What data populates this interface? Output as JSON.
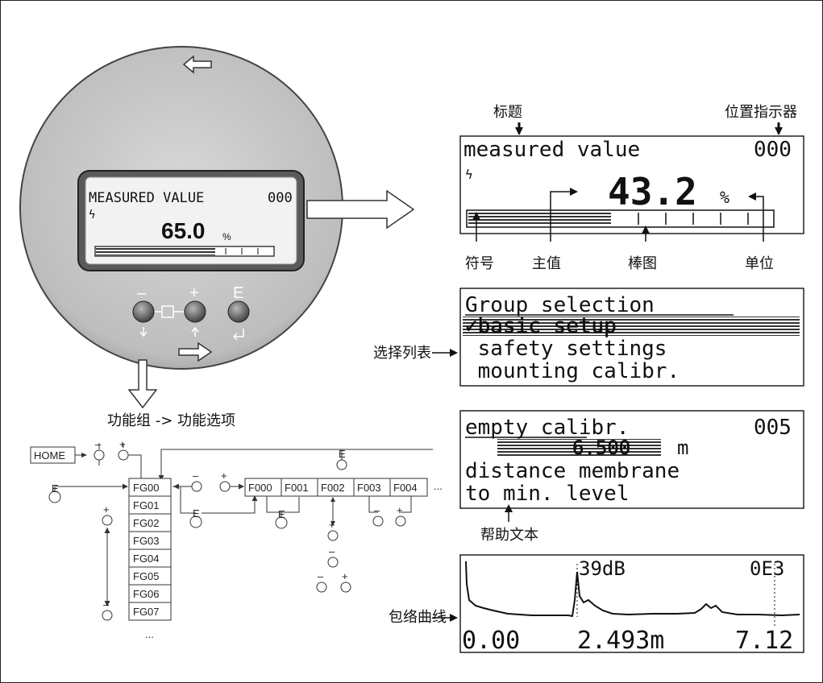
{
  "device": {
    "lcd_title": "MEASURED VALUE",
    "lcd_position": "000",
    "lcd_symbol": "ϟ",
    "lcd_value": "65.0",
    "lcd_unit": "%",
    "key_minus": "–",
    "key_plus": "+",
    "key_e": "E"
  },
  "labels": {
    "title_label": "标题",
    "position_indicator": "位置指示器",
    "symbol": "符号",
    "main_value": "主值",
    "bargraph": "棒图",
    "unit": "单位",
    "selection_list": "选择列表",
    "help_text": "帮助文本",
    "envelope_curve": "包络曲线",
    "group_to_function": "功能组 -> 功能选项"
  },
  "display1": {
    "title": "measured value",
    "position": "000",
    "symbol": "ϟ",
    "value": "43.2",
    "unit": "%"
  },
  "display2": {
    "title": "Group selection",
    "items": [
      "✓basic setup",
      " safety settings",
      " mounting calibr."
    ]
  },
  "display3": {
    "title": "empty calibr.",
    "position": "005",
    "value": "6.500",
    "unit": "m",
    "help_line1": "distance membrane",
    "help_line2": "to min. level"
  },
  "display4": {
    "top_center": "39dB",
    "top_right": "0E3",
    "bottom_left": "0.00",
    "bottom_center": "2.493m",
    "bottom_right": "7.12"
  },
  "flow": {
    "home": "HOME",
    "groups": [
      "FG00",
      "FG01",
      "FG02",
      "FG03",
      "FG04",
      "FG05",
      "FG06",
      "FG07"
    ],
    "functions": [
      "F000",
      "F001",
      "F002",
      "F003",
      "F004"
    ],
    "ellipsis": "...",
    "key_e": "E",
    "key_minus": "–",
    "key_plus": "+"
  }
}
